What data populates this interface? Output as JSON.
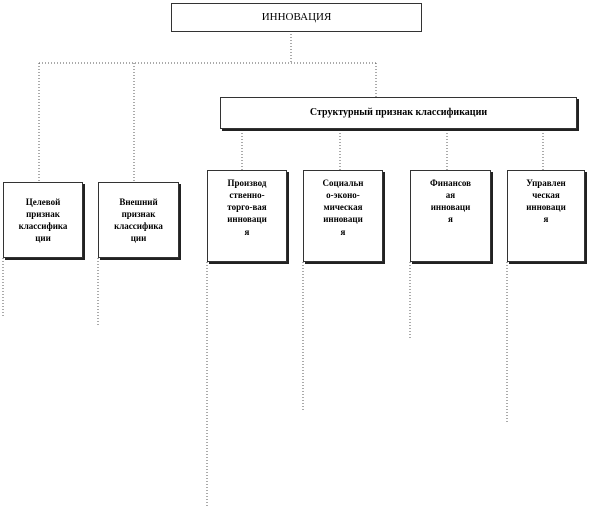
{
  "diagram": {
    "root": {
      "label": "ИННОВАЦИЯ"
    },
    "structural": {
      "label": "Структурный признак классификации"
    },
    "criteria": [
      {
        "label": "Целевой\nпризнак\nклассифика\nции"
      },
      {
        "label": "Внешний\nпризнак\nклассифика\nции"
      }
    ],
    "types": [
      {
        "label": "Производ\nственно-\nторго-вая\nинноваци\nя"
      },
      {
        "label": "Социальн\nо-эконо-\nмическая\nинноваци\nя"
      },
      {
        "label": "Финансов\nая\nинноваци\nя"
      },
      {
        "label": "Управлен\nческая\nинноваци\nя"
      }
    ]
  }
}
